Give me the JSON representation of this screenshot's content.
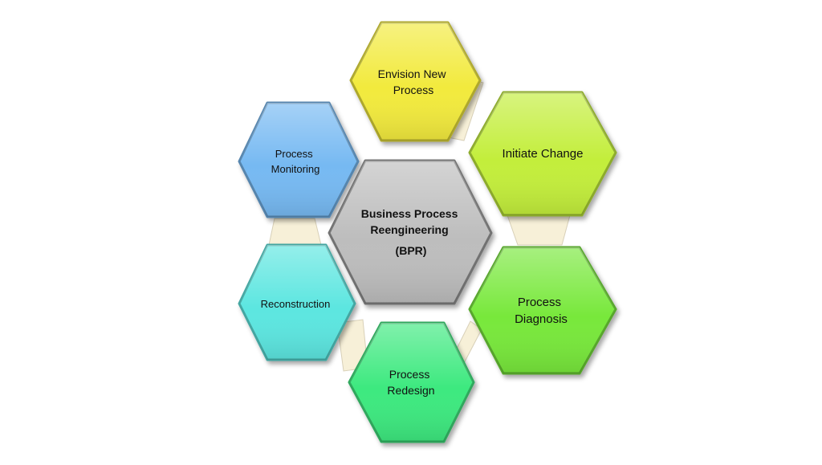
{
  "center": {
    "lines": [
      "Business Process",
      "Reengineering",
      "(BPR)"
    ],
    "color": "#bdbdbd"
  },
  "hexagons": [
    {
      "id": "envision",
      "lines": [
        "Envision New",
        "Process"
      ],
      "color": "#f2ea3c"
    },
    {
      "id": "initiate",
      "lines": [
        "Initiate Change"
      ],
      "color": "#c3ee3a"
    },
    {
      "id": "diagnosis",
      "lines": [
        "Process",
        "Diagnosis"
      ],
      "color": "#78e83a"
    },
    {
      "id": "redesign",
      "lines": [
        "Process",
        "Redesign"
      ],
      "color": "#3ee97f"
    },
    {
      "id": "reconstruction",
      "lines": [
        "Reconstruction"
      ],
      "color": "#5be6e0"
    },
    {
      "id": "monitoring",
      "lines": [
        "Process",
        "Monitoring"
      ],
      "color": "#76b9f2"
    }
  ],
  "connector_color": "#f7f0d8"
}
